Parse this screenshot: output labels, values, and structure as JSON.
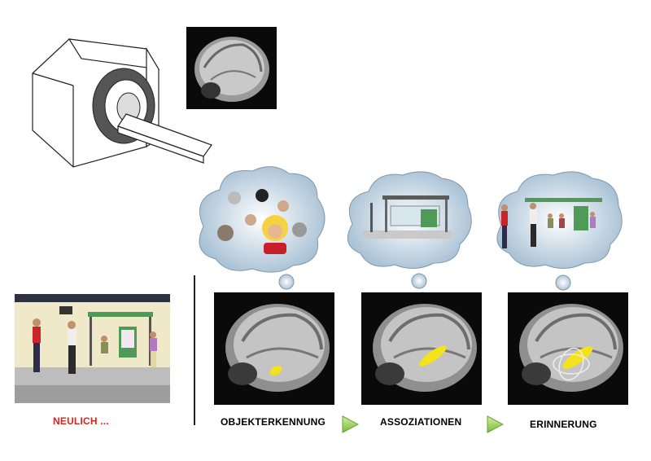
{
  "scene_label": "NEULICH ...",
  "steps": [
    {
      "label": "OBJEKTERKENNUNG"
    },
    {
      "label": "ASSOZIATIONEN"
    },
    {
      "label": "ERINNERUNG"
    }
  ],
  "colors": {
    "label_red": "#d9241b",
    "arrow_green": "#9ed651",
    "highlight_yellow": "#f4e21a",
    "cloud_fill": "#bfd6e6",
    "shelter_green": "#4f9a56"
  },
  "icons": [
    "mri-scanner-icon",
    "face-icon",
    "person-icon",
    "bus-shelter-icon",
    "arrow-right-icon"
  ]
}
